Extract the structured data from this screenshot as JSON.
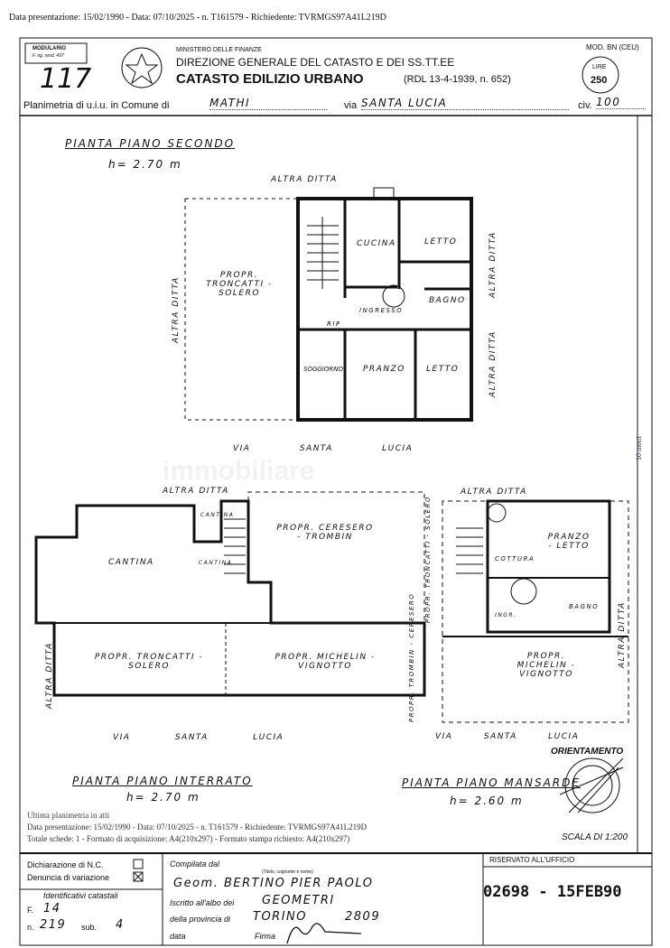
{
  "overlay": {
    "top_line": "Data presentazione: 15/02/1990 - Data: 07/10/2025 - n. T161579 - Richiedente: TVRMGS97A41L219D",
    "bottom_ultima": "Ultima planimetria in atti",
    "bottom_line1": "Data presentazione: 15/02/1990 - Data: 07/10/2025 - n. T161579 - Richiedente: TVRMGS97A41L219D",
    "bottom_line2": "Totale schede: 1 - Formato di acquisizione: A4(210x297) - Formato stampa richiesto: A4(210x297)",
    "scale_bar": "10 metri",
    "watermark": "immobiliare"
  },
  "header": {
    "modulario": "MODULARIO",
    "modulario_sub": "F. rig. rend. 497",
    "sheet_number": "117",
    "ministry": "MINISTERO DELLE FINANZE",
    "direzione": "DIREZIONE GENERALE DEL CATASTO E DEI SS.TT.EE",
    "title": "CATASTO EDILIZIO URBANO",
    "law": "(RDL 13-4-1939, n. 652)",
    "model": "MOD. BN (CEU)",
    "stamp_lire": "LIRE",
    "stamp_value": "250",
    "planimetria_label": "Planimetria di u.i.u. in Comune di",
    "comune": "MATHI",
    "via_label": "via",
    "via": "SANTA LUCIA",
    "civ_label": "civ.",
    "civ": "100"
  },
  "plans": {
    "second": {
      "title": "PIANTA PIANO SECONDO",
      "height": "h= 2.70 m",
      "rooms": [
        "CUCINA",
        "LETTO",
        "BAGNO",
        "INGRESSO",
        "RIP",
        "SOGGIORNO",
        "PRANZO",
        "LETTO"
      ],
      "neighbors": [
        "ALTRA DITTA",
        "PROPR. TRONCATTI - SOLERO",
        "ALTRA DITTA",
        "ALTRA DITTA",
        "ALTRA DITTA"
      ],
      "street": "VIA SANTA LUCIA"
    },
    "basement": {
      "title": "PIANTA PIANO INTERRATO",
      "height": "h= 2.70 m",
      "rooms": [
        "CANTINA",
        "CANTINA",
        "CANTINA"
      ],
      "neighbors": [
        "PROPR. CERESERO - TROMBIN",
        "PROPR. TRONCATTI - SOLERO",
        "PROPR. MICHELIN - VIGNOTTO",
        "ALTRA DITTA",
        "ALTRA DITTA"
      ],
      "street": "VIA SANTA LUCIA"
    },
    "attic": {
      "title": "PIANTA PIANO MANSARDE",
      "height": "h= 2.60 m",
      "rooms": [
        "PRANZO - LETTO",
        "COTTURA",
        "INGR.",
        "BAGNO"
      ],
      "neighbors": [
        "PROPR. TRONCATTI - SOLERO",
        "PROPR. TROMBIN - CERESERO",
        "PROPR. MICHELIN - VIGNOTTO",
        "ALTRA DITTA",
        "ALTRA DITTA"
      ],
      "street": "VIA SANTA LUCIA"
    },
    "orientation_label": "ORIENTAMENTO",
    "scale": "SCALA DI 1:200"
  },
  "footer": {
    "dich_nc": "Dichiarazione di N.C.",
    "denuncia": "Denuncia di variazione",
    "identificativi": "Identificativi catastali",
    "foglio_label": "F.",
    "foglio": "14",
    "n_label": "n.",
    "n": "219",
    "sub_label": "sub.",
    "sub": "4",
    "compilata_label": "Compilata dal",
    "titolo_hint": "(Titolo, cognome e nome)",
    "compilatore": "Geom. BERTINO PIER PAOLO",
    "iscritto_label": "Iscritto all'albo dei",
    "albo": "GEOMETRI",
    "provincia_label": "della provincia di",
    "provincia": "TORINO",
    "n_albo": "2809",
    "data_label": "data",
    "firma_label": "Firma",
    "riservato": "RISERVATO ALL'UFFICIO",
    "protocol": "02698 - 15FEB90"
  }
}
